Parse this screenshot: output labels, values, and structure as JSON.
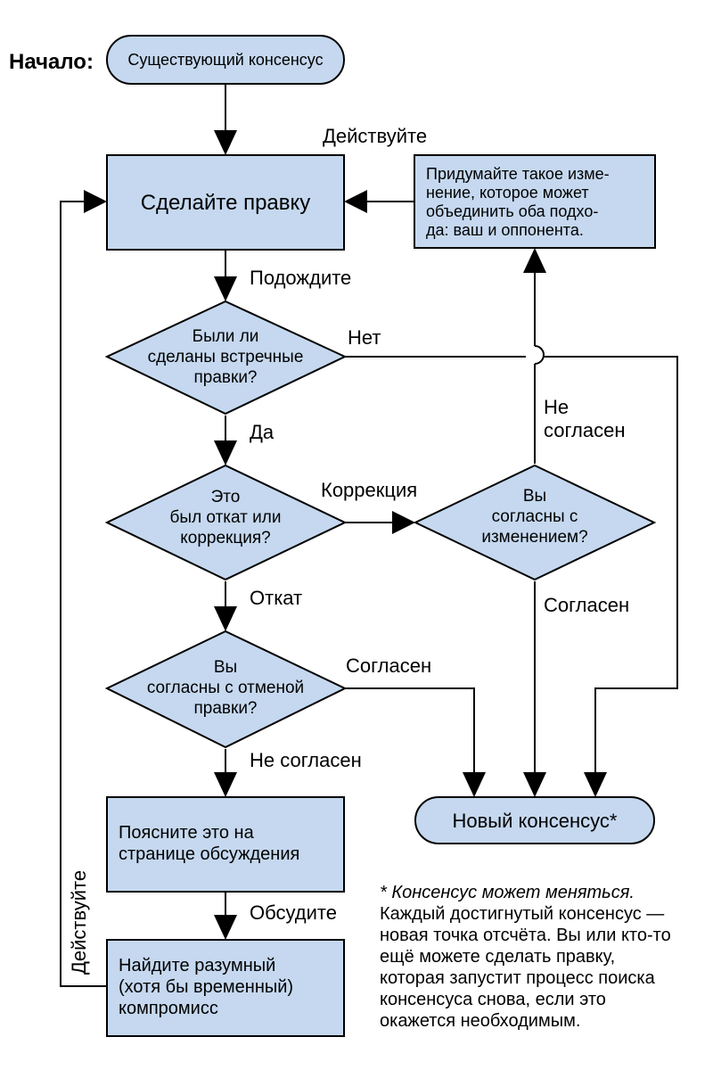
{
  "start_label": "Начало:",
  "nodes": {
    "existing_consensus": "Существующий консенсус",
    "make_edit": "Сделайте правку",
    "compromise_idea": [
      "Придумайте такое изме-",
      "нение, которое может",
      "объединить оба подхо-",
      "да: ваш и оппонента."
    ],
    "counter_edits_q": [
      "Были ли",
      "сделаны встречные",
      "правки?"
    ],
    "revert_or_fix_q": [
      "Это",
      "был откат или",
      "коррекция?"
    ],
    "agree_change_q": [
      "Вы",
      "согласны с",
      "изменением?"
    ],
    "agree_revert_q": [
      "Вы",
      "согласны с отменой",
      "правки?"
    ],
    "explain_talk": [
      "Поясните это на",
      "странице обсуждения"
    ],
    "find_compromise": [
      "Найдите разумный",
      "(хотя бы временный)",
      "компромисс"
    ],
    "new_consensus": "Новый консенсус*"
  },
  "edge_labels": {
    "act_top": "Действуйте",
    "wait": "Подождите",
    "no": "Нет",
    "yes": "Да",
    "correction": "Коррекция",
    "disagree_right": [
      "Не",
      "согласен"
    ],
    "revert": "Откат",
    "agree_right": "Согласен",
    "agree_revert": "Согласен",
    "disagree_revert": "Не согласен",
    "discuss": "Обсудите",
    "act_left": "Действуйте"
  },
  "footnote": {
    "italic": "* Консенсус может меняться.",
    "lines": [
      "Каждый достигнутый консенсус —",
      "новая точка отсчёта. Вы или кто-то",
      "ещё можете сделать правку,",
      "которая запустит процесс поиска",
      "консенсуса снова, если это",
      "окажется необходимым."
    ]
  },
  "colors": {
    "node_fill": "#c5d8ef",
    "stroke": "#000000"
  }
}
